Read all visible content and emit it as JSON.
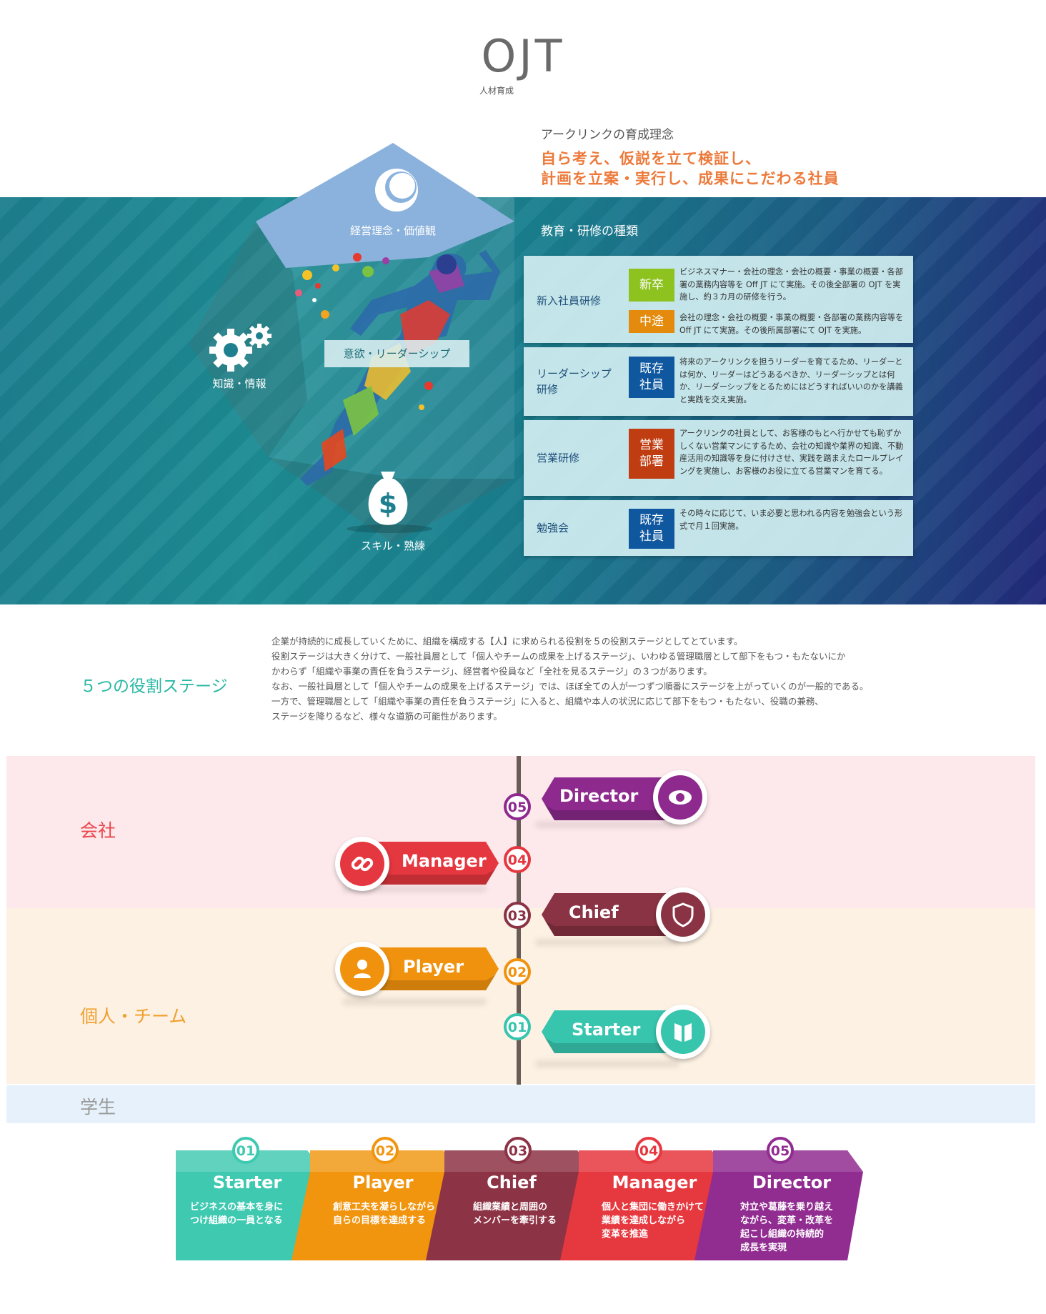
{
  "header": {
    "title": "OJT",
    "subtitle": "人材育成",
    "philosophy_label": "アークリンクの育成理念",
    "philosophy_line1": "自ら考え、仮説を立て検証し、",
    "philosophy_line2": "計画を立案・実行し、成果にこだわる社員"
  },
  "hexagon": {
    "top_label": "経営理念・価値観",
    "left_label": "知識・情報",
    "bottom_label": "スキル・熟練",
    "center_label": "意欲・リーダーシップ",
    "icons": [
      "logo-icon",
      "gears-icon",
      "money-bag-icon",
      "runner-illustration"
    ]
  },
  "training": {
    "title": "教育・研修の種類",
    "rows": [
      {
        "name": "新入社員研修",
        "sub": [
          {
            "badge": "新卒",
            "badge_color": "#8dc21f",
            "desc": "ビジネスマナー・会社の理念・会社の概要・事業の概要・各部署の業務内容等を Off JT にて実施。その後全部署の OJT を実施し、約３カ月の研修を行う。"
          },
          {
            "badge": "中途",
            "badge_color": "#e48a0c",
            "desc": "会社の理念・会社の概要・事業の概要・各部署の業務内容等を Off JT にて実施。その後所属部署にて OJT を実施。"
          }
        ]
      },
      {
        "name": "リーダーシップ研修",
        "name_line1": "リーダーシップ",
        "name_line2": "研修",
        "badge": "既存社員",
        "badge_line1": "既存",
        "badge_line2": "社員",
        "badge_color": "#0f58a0",
        "desc": "将来のアークリンクを担うリーダーを育てるため、リーダーとは何か、リーダーはどうあるべきか、リーダーシップとは何か、リーダーシップをとるためにはどうすればいいのかを講義と実践を交え実施。"
      },
      {
        "name": "営業研修",
        "badge": "営業部署",
        "badge_line1": "営業",
        "badge_line2": "部署",
        "badge_color": "#c03d12",
        "desc": "アークリンクの社員として、お客様のもとへ行かせても恥ずかしくない営業マンにするため、会社の知識や業界の知識、不動産活用の知識等を身に付けさせ、実践を踏まえたロールプレイングを実施し、お客様のお役に立てる営業マンを育てる。"
      },
      {
        "name": "勉強会",
        "badge": "既存社員",
        "badge_line1": "既存",
        "badge_line2": "社員",
        "badge_color": "#0f58a0",
        "desc": "その時々に応じて、いま必要と思われる内容を勉強会という形式で月１回実施。"
      }
    ]
  },
  "stages": {
    "title": "５つの役割ステージ",
    "paragraph": [
      "企業が持続的に成長していくために、組織を構成する【人】に求められる役割を５の役割ステージとしてとています。",
      "役割ステージは大きく分けて、一般社員層として「個人やチームの成果を上げるステージ」、いわゆる管理職層として部下をもつ・もたないにか",
      "かわらず「組織や事業の責任を負うステージ」、経営者や役員など「全社を見るステージ」の３つがあります。",
      "なお、一般社員層として「個人やチームの成果を上げるステージ」では、ほぼ全ての人が一つずつ順番にステージを上がっていくのが一般的である。",
      "一方で、管理職層として「組織や事業の責任を負うステージ」に入ると、組織や本人の状況に応じて部下をもつ・もたない、役職の兼務、",
      "ステージを降りるなど、様々な道筋の可能性があります。"
    ]
  },
  "ladder": {
    "zones": {
      "company": "会社",
      "individual": "個人・チーム",
      "student": "学生"
    },
    "zone_colors": {
      "company": "#e9474d",
      "individual": "#f0a030",
      "student": "#999999"
    },
    "steps": [
      {
        "num": "05",
        "label": "Director",
        "color": "#8e2a8e",
        "icon": "eye-icon"
      },
      {
        "num": "04",
        "label": "Manager",
        "color": "#e5373f",
        "icon": "link-icon"
      },
      {
        "num": "03",
        "label": "Chief",
        "color": "#8a3344",
        "icon": "shield-icon"
      },
      {
        "num": "02",
        "label": "Player",
        "color": "#f0920e",
        "icon": "person-icon"
      },
      {
        "num": "01",
        "label": "Starter",
        "color": "#37c5ae",
        "icon": "book-icon"
      }
    ]
  },
  "flow": [
    {
      "num": "01",
      "title": "Starter",
      "color": "#3ec9b0",
      "desc": [
        "ビジネスの基本を身に",
        "つけ組織の一員となる"
      ]
    },
    {
      "num": "02",
      "title": "Player",
      "color": "#f1950f",
      "desc": [
        "創意工夫を凝らしながら",
        "自らの目標を達成する"
      ]
    },
    {
      "num": "03",
      "title": "Chief",
      "color": "#8d3346",
      "desc": [
        "組織業績と周囲の",
        "メンバーを牽引する"
      ]
    },
    {
      "num": "04",
      "title": "Manager",
      "color": "#e6383f",
      "desc": [
        "個人と集団に働きかけて",
        "業績を達成しながら",
        "変革を推進"
      ]
    },
    {
      "num": "05",
      "title": "Director",
      "color": "#912c91",
      "desc": [
        "対立や葛藤を乗り越え",
        "ながら、変革・改革を",
        "起こし組織の持続的",
        "成長を実現"
      ]
    }
  ]
}
